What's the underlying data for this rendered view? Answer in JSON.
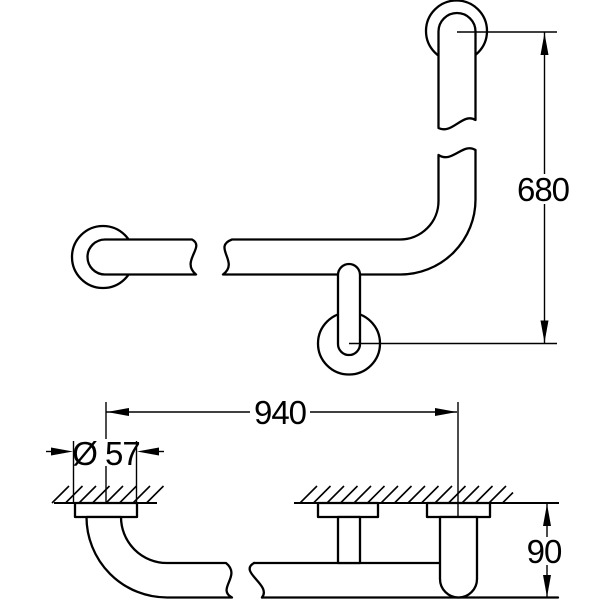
{
  "drawing": {
    "type": "technical-dimension-drawing",
    "background": "#ffffff",
    "line_color": "#000000",
    "views": {
      "front_view_note": "L-shaped grab bar with three round wall flanges, broken-view wavy cuts",
      "side_view_note": "profile view with hatched wall, two mounting posts and bar offset"
    },
    "dimensions": {
      "vertical_height": {
        "label": "680"
      },
      "overall_length": {
        "label": "940"
      },
      "flange_diameter": {
        "label": "Ø 57"
      },
      "wall_offset": {
        "label": "90"
      }
    }
  }
}
